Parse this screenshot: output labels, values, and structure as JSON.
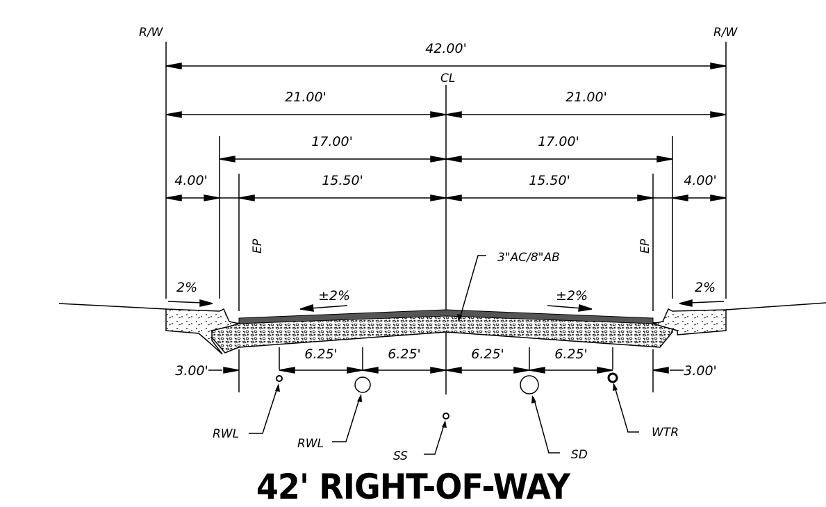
{
  "title": "42' RIGHT-OF-WAY",
  "rw_left": "R/W",
  "rw_right": "R/W",
  "centerline_symbol": "CL",
  "dimensions": {
    "total": "42.00'",
    "half_left": "21.00'",
    "half_right": "21.00'",
    "curb_to_center_left": "17.00'",
    "curb_to_center_right": "17.00'",
    "ep_to_center_left": "15.50'",
    "ep_to_center_right": "15.50'",
    "parkway_left": "4.00'",
    "parkway_right": "4.00'",
    "gutter_left": "3.00'",
    "gutter_right": "3.00'",
    "utility_1": "6.25'",
    "utility_2": "6.25'",
    "utility_3": "6.25'",
    "utility_4": "6.25'"
  },
  "labels": {
    "ep_left": "EP",
    "ep_right": "EP",
    "pavement_section": "3\"AC/8\"AB",
    "slope_parkway_left": "2%",
    "slope_parkway_right": "2%",
    "slope_road_left": "±2%",
    "slope_road_right": "±2%"
  },
  "utilities": [
    {
      "label": "RWL"
    },
    {
      "label": "RWL"
    },
    {
      "label": "SS"
    },
    {
      "label": "SD"
    },
    {
      "label": "WTR"
    }
  ]
}
